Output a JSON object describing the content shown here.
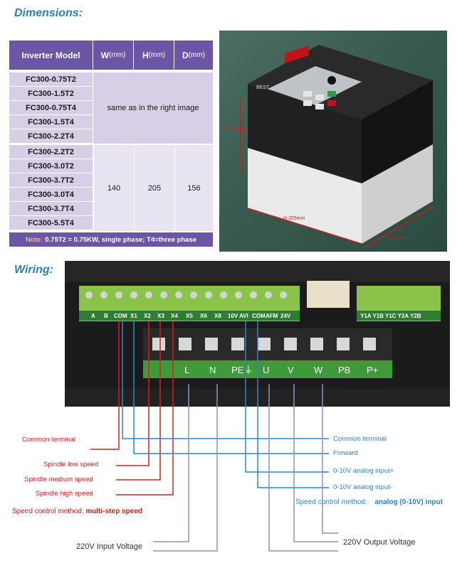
{
  "headings": {
    "dimensions": "Dimensions:",
    "wiring": "Wiring:"
  },
  "table": {
    "headers": {
      "model": "Inverter Model",
      "w": "W",
      "h": "H",
      "d": "D",
      "unit": "(mm)",
      "d_unit": "(mm)"
    },
    "models": [
      "FC300-0.75T2",
      "FC300-1.5T2",
      "FC300-0.75T4",
      "FC300-1.5T4",
      "FC300-2.2T4",
      "FC300-2.2T2",
      "FC300-3.0T2",
      "FC300-3.7T2",
      "FC300-3.0T4",
      "FC300-3.7T4",
      "FC300-5.5T4"
    ],
    "merged_text": "same as in the right image",
    "values": {
      "w": "140",
      "h": "205",
      "d": "156"
    },
    "note_label": "Note:",
    "note_text": "0.75T2 = 0.75KW, single phase; T4=three phase"
  },
  "photo": {
    "brand": "BEST",
    "dim_height": "0 170mm",
    "dim_length": "H 205mm",
    "dim_depth": "D 156mm"
  },
  "terminals": {
    "control_top": [
      "A",
      "B",
      "COM",
      "X1",
      "X2",
      "X3",
      "X4",
      "X5",
      "X6",
      "X8",
      "10V",
      "AVI",
      "COM",
      "AFM",
      "24V"
    ],
    "relay": "Y1A Y1B Y1C Y2A Y2B",
    "power": [
      "L",
      "N",
      "PE⏚",
      "U",
      "V",
      "W",
      "PB",
      "P+"
    ]
  },
  "labels": {
    "common_left": "Common terminal",
    "spindle_low": "Spindle low speed",
    "spindle_medium": "Spindle medium speed",
    "spindle_high": "Spindle high speed",
    "speed_left_prefix": "Speed control method:",
    "speed_left_value": "multi-step speed",
    "common_right": "Common terminal",
    "forward": "Forward",
    "analog_plus": "0-10V analog input+",
    "analog_minus": "0-10V analog input-",
    "speed_right_prefix": "Speed control method:",
    "speed_right_value": "analog (0-10V) input",
    "input_voltage": "220V Input Voltage",
    "output_voltage": "220V Output Voltage"
  },
  "colors": {
    "header_purple": "#6b56a6",
    "cell_light": "#d6cfe6",
    "wire_red": "#d62020",
    "wire_blue": "#2a87c7",
    "wire_purple": "#9b8cc4",
    "terminal_green": "#3f9a3a"
  }
}
